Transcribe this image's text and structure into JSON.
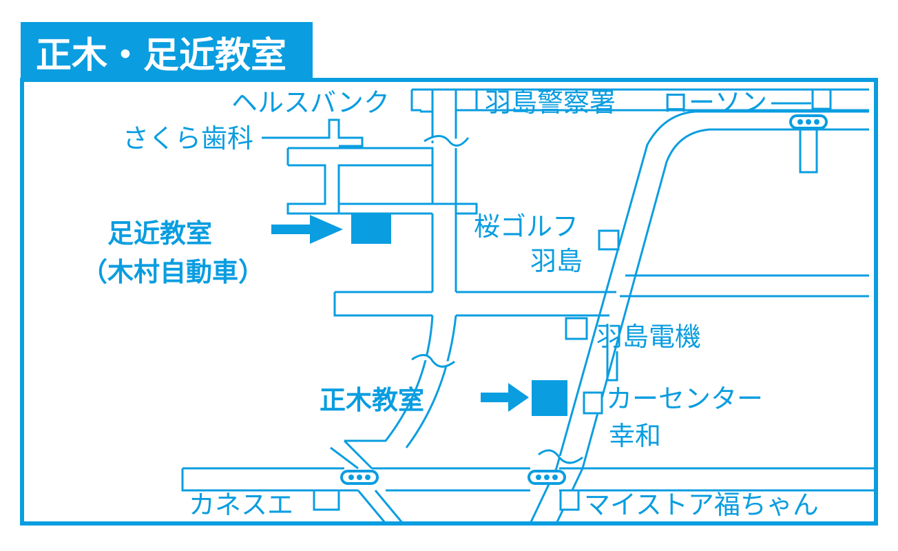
{
  "title": "正木・足近教室",
  "colors": {
    "accent": "#0a9de0",
    "background": "#ffffff"
  },
  "classrooms": {
    "ashichika": {
      "name": "足近教室",
      "sub": "（木村自動車）"
    },
    "masaki": {
      "name": "正木教室"
    }
  },
  "landmarks": {
    "health_bank": "ヘルスバンク",
    "police": "羽島警察署",
    "lawson": "ローソン",
    "sakura_dental": "さくら歯科",
    "golf_1": "桜ゴルフ",
    "golf_2": "羽島",
    "denki": "羽島電機",
    "car_center_1": "カーセンター",
    "car_center_2": "幸和",
    "kanesue": "カネスエ",
    "mystore": "マイストア福ちゃん"
  },
  "icons": {
    "arrow": "right-arrow-icon",
    "traffic_light": "traffic-light-icon",
    "road_break": "road-break-icon",
    "classroom_marker": "building-marker-icon"
  }
}
